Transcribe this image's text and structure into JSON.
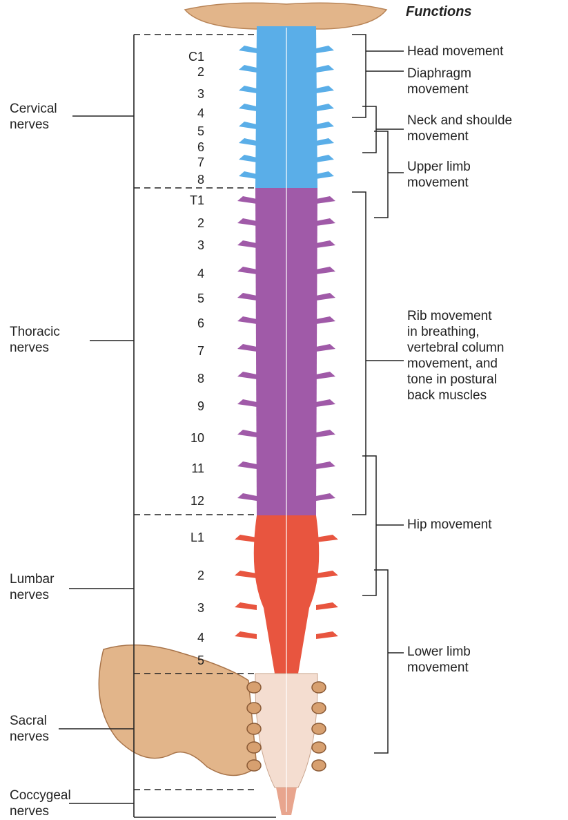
{
  "header": {
    "functions_title": "Functions"
  },
  "colors": {
    "cervical": "#5aaee8",
    "thoracic": "#a05aa8",
    "lumbar": "#e8553f",
    "sacral": "#f4ddd0",
    "bone": "#e2b58a",
    "line": "#222222"
  },
  "regions": [
    {
      "id": "cervical",
      "label_line1": "Cervical",
      "label_line2": "nerves"
    },
    {
      "id": "thoracic",
      "label_line1": "Thoracic",
      "label_line2": "nerves"
    },
    {
      "id": "lumbar",
      "label_line1": "Lumbar",
      "label_line2": "nerves"
    },
    {
      "id": "sacral",
      "label_line1": "Sacral",
      "label_line2": "nerves"
    },
    {
      "id": "coccygeal",
      "label_line1": "Coccygeal",
      "label_line2": "nerves"
    }
  ],
  "segments": {
    "cervical": [
      "C1",
      "2",
      "3",
      "4",
      "5",
      "6",
      "7",
      "8"
    ],
    "thoracic": [
      "T1",
      "2",
      "3",
      "4",
      "5",
      "6",
      "7",
      "8",
      "9",
      "10",
      "11",
      "12"
    ],
    "lumbar": [
      "L1",
      "2",
      "3",
      "4",
      "5"
    ]
  },
  "functions": [
    {
      "id": "head",
      "lines": [
        "Head movement"
      ]
    },
    {
      "id": "diaphragm",
      "lines": [
        "Diaphragm",
        "movement"
      ]
    },
    {
      "id": "neck",
      "lines": [
        "Neck and shoulde",
        "movement"
      ]
    },
    {
      "id": "upper-limb",
      "lines": [
        "Upper limb",
        "movement"
      ]
    },
    {
      "id": "rib",
      "lines": [
        "Rib movement",
        "in breathing,",
        "vertebral column",
        "movement, and",
        "tone in postural",
        "back muscles"
      ]
    },
    {
      "id": "hip",
      "lines": [
        "Hip movement"
      ]
    },
    {
      "id": "lower-limb",
      "lines": [
        "Lower limb",
        "movement"
      ]
    }
  ]
}
